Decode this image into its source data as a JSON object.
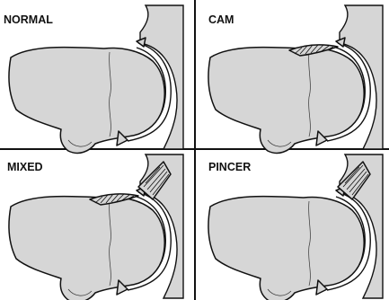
{
  "panels": [
    {
      "label": "NORMAL",
      "type": "normal"
    },
    {
      "label": "CAM",
      "type": "cam"
    },
    {
      "label": "MIXED",
      "type": "mixed"
    },
    {
      "label": "PINCER",
      "type": "pincer"
    }
  ],
  "colors": {
    "bone_fill": "#d6d6d6",
    "outline": "#111111",
    "background": "#ffffff"
  }
}
